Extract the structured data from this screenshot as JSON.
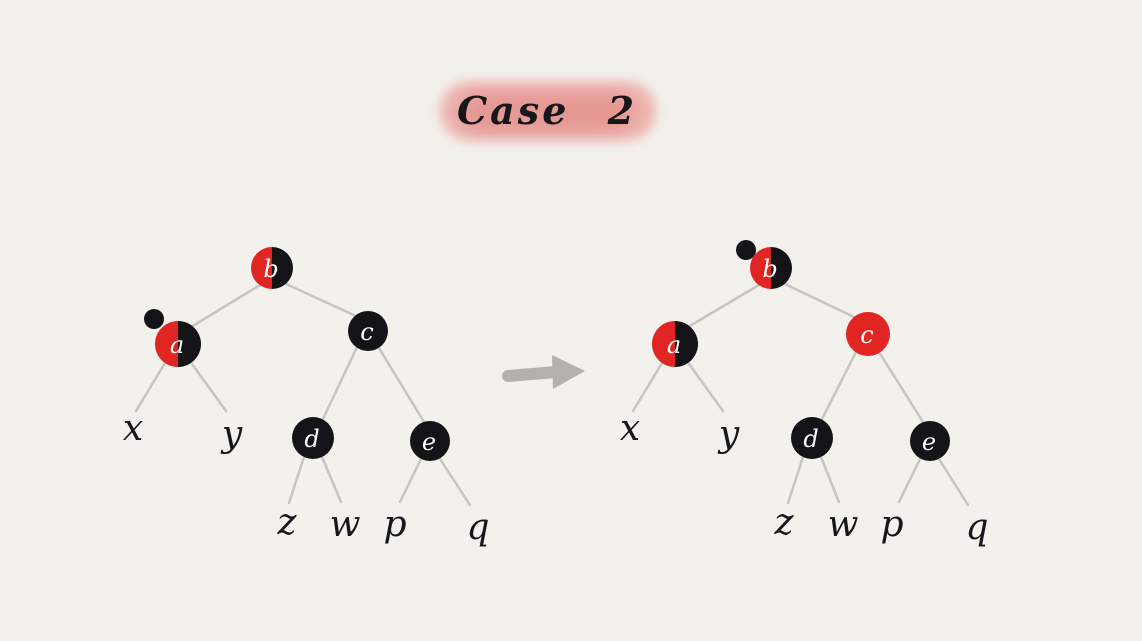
{
  "title": "Case 2",
  "colors": {
    "background": "#f3f1ec",
    "node_black": "#141318",
    "node_red": "#e02522",
    "edge_gray": "#c8c4be",
    "arrow_gray": "#b3b1ac",
    "highlight_pink": "#eba5a1",
    "label_white": "#ffffff",
    "ink_black": "#17161a"
  },
  "diagram": {
    "before_tree": {
      "name": "tree before transformation",
      "nodes": [
        {
          "label": "b",
          "color": "red-black-half",
          "role": "root"
        },
        {
          "label": "a",
          "color": "red-black-half",
          "extra_black_dot": true
        },
        {
          "label": "c",
          "color": "black"
        },
        {
          "label": "d",
          "color": "black"
        },
        {
          "label": "e",
          "color": "black"
        }
      ],
      "leaves": [
        {
          "label": "x"
        },
        {
          "label": "y"
        },
        {
          "label": "z"
        },
        {
          "label": "w"
        },
        {
          "label": "p"
        },
        {
          "label": "q"
        }
      ]
    },
    "after_tree": {
      "name": "tree after transformation",
      "nodes": [
        {
          "label": "b",
          "color": "red-black-half",
          "role": "root",
          "extra_black_dot": true
        },
        {
          "label": "a",
          "color": "red-black-half"
        },
        {
          "label": "c",
          "color": "red"
        },
        {
          "label": "d",
          "color": "black"
        },
        {
          "label": "e",
          "color": "black"
        }
      ],
      "leaves": [
        {
          "label": "x"
        },
        {
          "label": "y"
        },
        {
          "label": "z"
        },
        {
          "label": "w"
        },
        {
          "label": "p"
        },
        {
          "label": "q"
        }
      ]
    },
    "arrow": {
      "direction": "right"
    }
  }
}
